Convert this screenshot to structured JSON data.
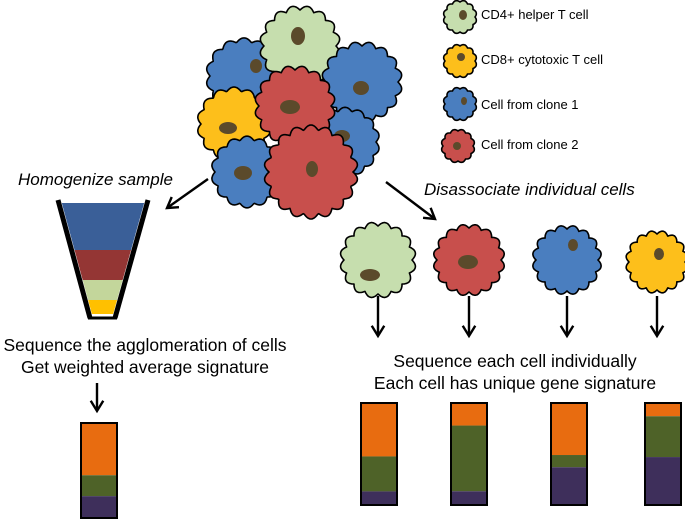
{
  "colors": {
    "cd4": "#c6deae",
    "cd8": "#fdbf1b",
    "clone1": "#4a7ebf",
    "clone2": "#c84f4c",
    "nucleus": "#5b4a2b",
    "orange": "#e86c10",
    "green": "#4e6228",
    "purple": "#3e2f5b",
    "funnel_blue": "#3a5f98",
    "funnel_red": "#943634",
    "funnel_green": "#c3d69b",
    "funnel_yellow": "#ffc000"
  },
  "legend": [
    {
      "key": "cd4",
      "label": "CD4+ helper T cell"
    },
    {
      "key": "cd8",
      "label": "CD8+ cytotoxic T cell"
    },
    {
      "key": "clone1",
      "label": "Cell from clone 1"
    },
    {
      "key": "clone2",
      "label": "Cell from clone 2"
    }
  ],
  "left": {
    "step_label": "Homogenize sample",
    "caption_line1": "Sequence the agglomeration of cells",
    "caption_line2": "Get weighted average signature",
    "signature": {
      "orange": 0.55,
      "green": 0.22,
      "purple": 0.23
    }
  },
  "right": {
    "step_label": "Disassociate individual cells",
    "caption_line1": "Sequence each cell individually",
    "caption_line2": "Each cell has unique gene signature",
    "cells": [
      "cd4",
      "clone2",
      "clone1",
      "cd8"
    ],
    "signatures": [
      {
        "orange": 0.55,
        "green": 0.36,
        "purple": 0.14
      },
      {
        "orange": 0.23,
        "green": 0.67,
        "purple": 0.14
      },
      {
        "orange": 0.51,
        "green": 0.12,
        "purple": 0.37
      },
      {
        "orange": 0.13,
        "green": 0.4,
        "purple": 0.47
      }
    ]
  }
}
